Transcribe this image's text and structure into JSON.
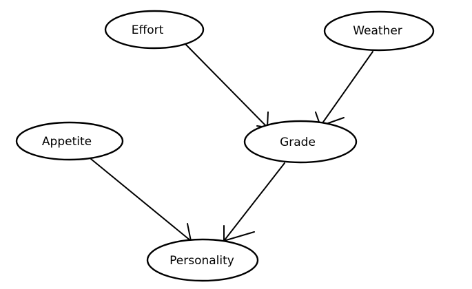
{
  "diagram": {
    "nodes": {
      "effort": {
        "label": "Effort"
      },
      "weather": {
        "label": "Weather"
      },
      "appetite": {
        "label": "Appetite"
      },
      "grade": {
        "label": "Grade"
      },
      "personality": {
        "label": "Personality"
      }
    },
    "edges": [
      {
        "from": "Effort",
        "to": "Grade"
      },
      {
        "from": "Weather",
        "to": "Grade"
      },
      {
        "from": "Appetite",
        "to": "Personality"
      },
      {
        "from": "Grade",
        "to": "Personality"
      }
    ],
    "colors": {
      "stroke": "#000000",
      "fill": "#ffffff",
      "background": "#ffffff"
    }
  }
}
